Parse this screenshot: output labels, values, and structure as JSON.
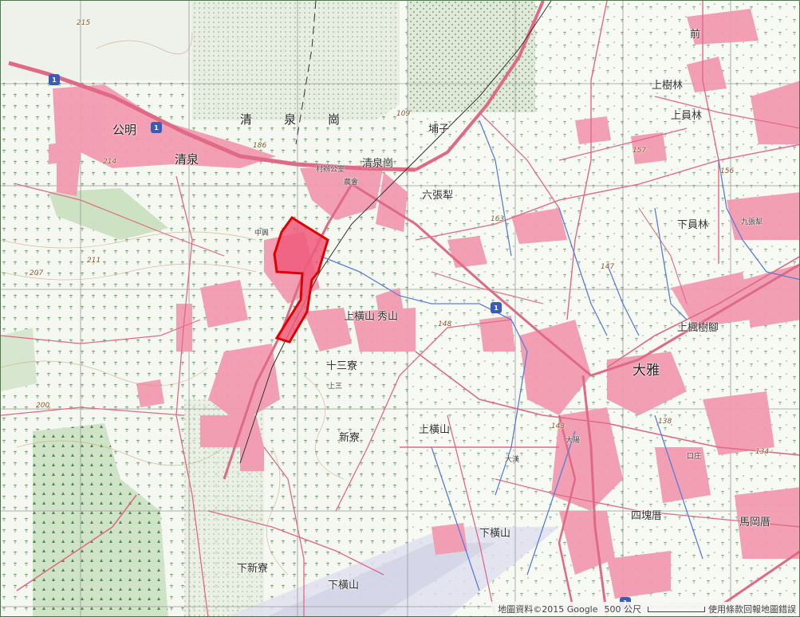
{
  "map": {
    "attribution": "地圖資料©2015 Google",
    "scale_label": "500 公尺",
    "terms_link": "使用條款",
    "report_link": "回報地圖錯誤",
    "highway_number": "1",
    "places": {
      "gongming": "公明",
      "qingquan": "清泉",
      "qing": "清",
      "quan": "泉",
      "gang": "崗",
      "qingquan_gang": "清泉崗",
      "puzi": "埔子",
      "liuzhang": "六張犁",
      "shangyuanlin": "上員林",
      "xiayuanlin": "下員林",
      "zhongfu": "中興",
      "shangheng": "上橫山",
      "xiuhsan": "秀山",
      "shiersan": "十三寮",
      "xinliao": "新寮",
      "shangheng2": "上橫山",
      "xiahengshan": "下橫山",
      "xiaxin": "下新寮",
      "daya": "大雅",
      "shangfeng": "上楓樹腳",
      "sichangli": "四塊厝",
      "majuli": "馬岡厝",
      "dahan": "大漢",
      "dayang": "大陽",
      "xiaheng": "下橫山",
      "lian": "上三",
      "shangshu": "上樹林",
      "kouding": "口庄",
      "jiuhuan": "九張犁",
      "qian": "前",
      "cunhui": "村辦公室",
      "qionghui": "農會"
    },
    "elevations": {
      "e215": "215",
      "e214": "214",
      "e211": "211",
      "e207": "207",
      "e200": "200",
      "e186": "186",
      "e163": "163",
      "e157": "157",
      "e156": "156",
      "e147": "147",
      "e143": "143",
      "e138": "138",
      "e134": "134",
      "e148": "148",
      "e109": "109"
    }
  }
}
